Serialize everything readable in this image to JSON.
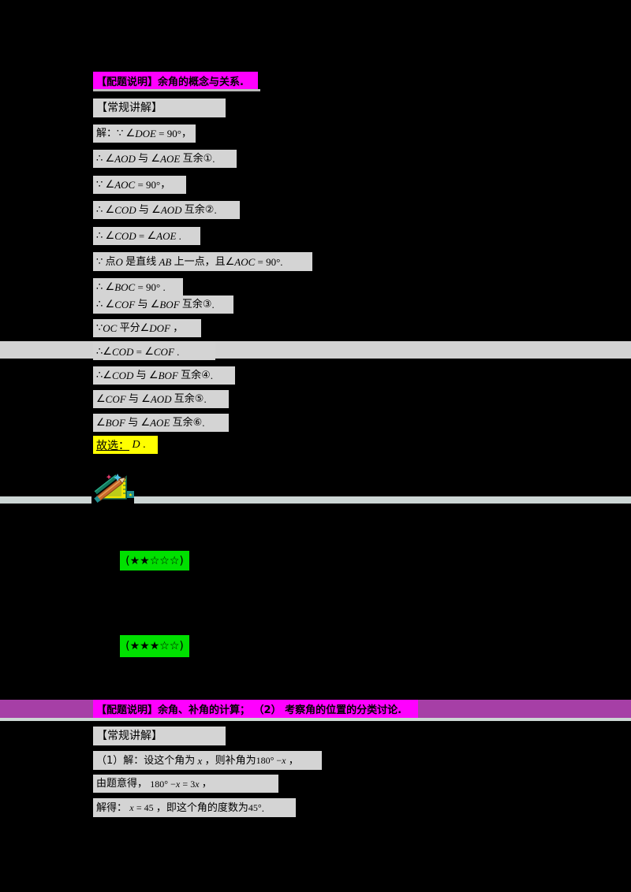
{
  "page": {
    "background_color": "#000000",
    "text_highlight_color": "#d4d4d4",
    "header_color": "#ff00ff",
    "header_trailing_color": "#a63fa6",
    "answer_highlight_color": "#ffff00",
    "star_badge_color": "#00e000",
    "band_gray_color": "#d2d2d2",
    "band_bluegray_color": "#ccd6d4"
  },
  "section1": {
    "header": "【配题说明】余角的概念与关系.",
    "subheader": "【常规讲解】",
    "lines": [
      {
        "id": "l1",
        "text": "解：∵ ∠DOE = 90°，"
      },
      {
        "id": "l2",
        "text": "∴ ∠AOD 与 ∠AOE 互余①."
      },
      {
        "id": "l3",
        "text": "∵ ∠AOC = 90°，"
      },
      {
        "id": "l4",
        "text": "∴ ∠COD 与 ∠AOD 互余②."
      },
      {
        "id": "l5",
        "text": "∴ ∠COD = ∠AOE ."
      },
      {
        "id": "l6",
        "text": "∵ 点O 是直线AB 上一点，且∠AOC = 90°."
      },
      {
        "id": "l7",
        "text": "∴ ∠BOC = 90°."
      },
      {
        "id": "l8",
        "text": "∴ ∠COF 与 ∠BOF 互余③."
      },
      {
        "id": "l9",
        "text": "∵ OC 平分∠DOF ，"
      },
      {
        "id": "l10",
        "text": "∴ ∠COD = ∠COF ."
      },
      {
        "id": "l11",
        "text": "∴ ∠COD 与 ∠BOF 互余④."
      },
      {
        "id": "l12",
        "text": "∠COF 与 ∠AOD 互余⑤."
      },
      {
        "id": "l13",
        "text": "∠BOF 与 ∠AOE 互余⑥."
      }
    ],
    "answer": "故选： D ."
  },
  "icon": {
    "name": "drafting-tools-icon",
    "colors": {
      "triangle": "#f2e600",
      "pencil": "#c96a2b",
      "body": "#137a5e",
      "accent": "#1f8f8f"
    }
  },
  "ratings": [
    {
      "id": "rating-1",
      "label": "(★★☆☆☆)",
      "filled": 2,
      "total": 5
    },
    {
      "id": "rating-2",
      "label": "(★★★☆☆)",
      "filled": 3,
      "total": 5
    }
  ],
  "section2": {
    "header": "【配题说明】余角、补角的计算； （2） 考察角的位置的分类讨论.",
    "subheader": "【常规讲解】",
    "lines": [
      {
        "id": "s2l1",
        "text": "（1）解：设这个角为 x ，则补角为180° − x ，"
      },
      {
        "id": "s2l2",
        "text": "由题意得， 180° − x = 3x ，"
      },
      {
        "id": "s2l3",
        "text": "解得： x = 45 ，即这个角的度数为45°."
      }
    ]
  }
}
